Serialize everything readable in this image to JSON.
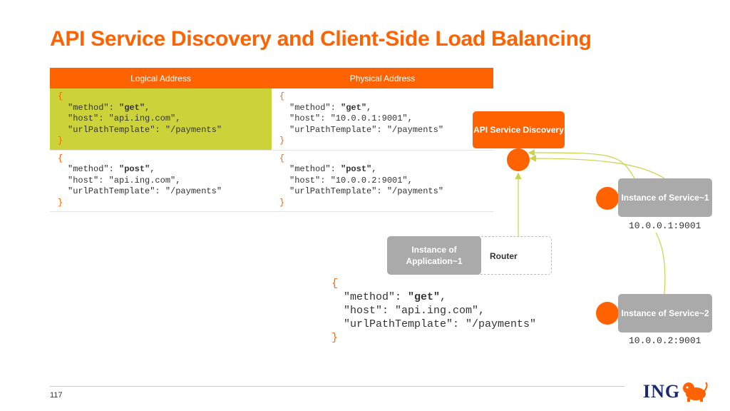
{
  "title": "API Service Discovery and Client-Side Load Balancing",
  "table": {
    "headers": [
      "Logical Address",
      "Physical Address"
    ],
    "rows": [
      {
        "logical": {
          "open": "{",
          "method_key": "\"method\": ",
          "method_val": "\"get\"",
          "host_line": "\"host\": \"api.ing.com\",",
          "url_line": "\"urlPathTemplate\": \"/payments\"",
          "close": "}"
        },
        "physical": {
          "open": "{",
          "method_key": "\"method\": ",
          "method_val": "\"get\"",
          "host_key": "\"host\": ",
          "host_val": "\"10.0.0.1:9001\"",
          "url_line": "\"urlPathTemplate\": \"/payments\"",
          "close": "}"
        }
      },
      {
        "logical": {
          "open": "{",
          "method_key": "\"method\": ",
          "method_val": "\"post\"",
          "host_line": "\"host\": \"api.ing.com\",",
          "url_line": "\"urlPathTemplate\": \"/payments\"",
          "close": "}"
        },
        "physical": {
          "open": "{",
          "method_key": "\"method\": ",
          "method_val": "\"post\"",
          "host_key": "\"host\": ",
          "host_val": "\"10.0.0.2:9001\"",
          "url_line": "\"urlPathTemplate\": \"/payments\"",
          "close": "}"
        }
      }
    ]
  },
  "diagram": {
    "discovery_label": "API Service Discovery",
    "app_label": "Instance of Application~1",
    "router_label": "Router",
    "service1_label": "Instance of Service~1",
    "service2_label": "Instance of Service~2",
    "service1_ip": "10.0.0.1:9001",
    "service2_ip": "10.0.0.2:9001"
  },
  "request": {
    "open": "{",
    "method_key": "\"method\": ",
    "method_val": "\"get\"",
    "host_line": "\"host\": \"api.ing.com\",",
    "url_line": "\"urlPathTemplate\": \"/payments\"",
    "close": "}"
  },
  "footer": {
    "page_number": "117",
    "logo_text": "ING"
  },
  "colors": {
    "brand_orange": "#ff6200",
    "highlight_green": "#ccd33a",
    "instance_gray": "#aaaaaa",
    "connector_green": "#c8d44a"
  }
}
